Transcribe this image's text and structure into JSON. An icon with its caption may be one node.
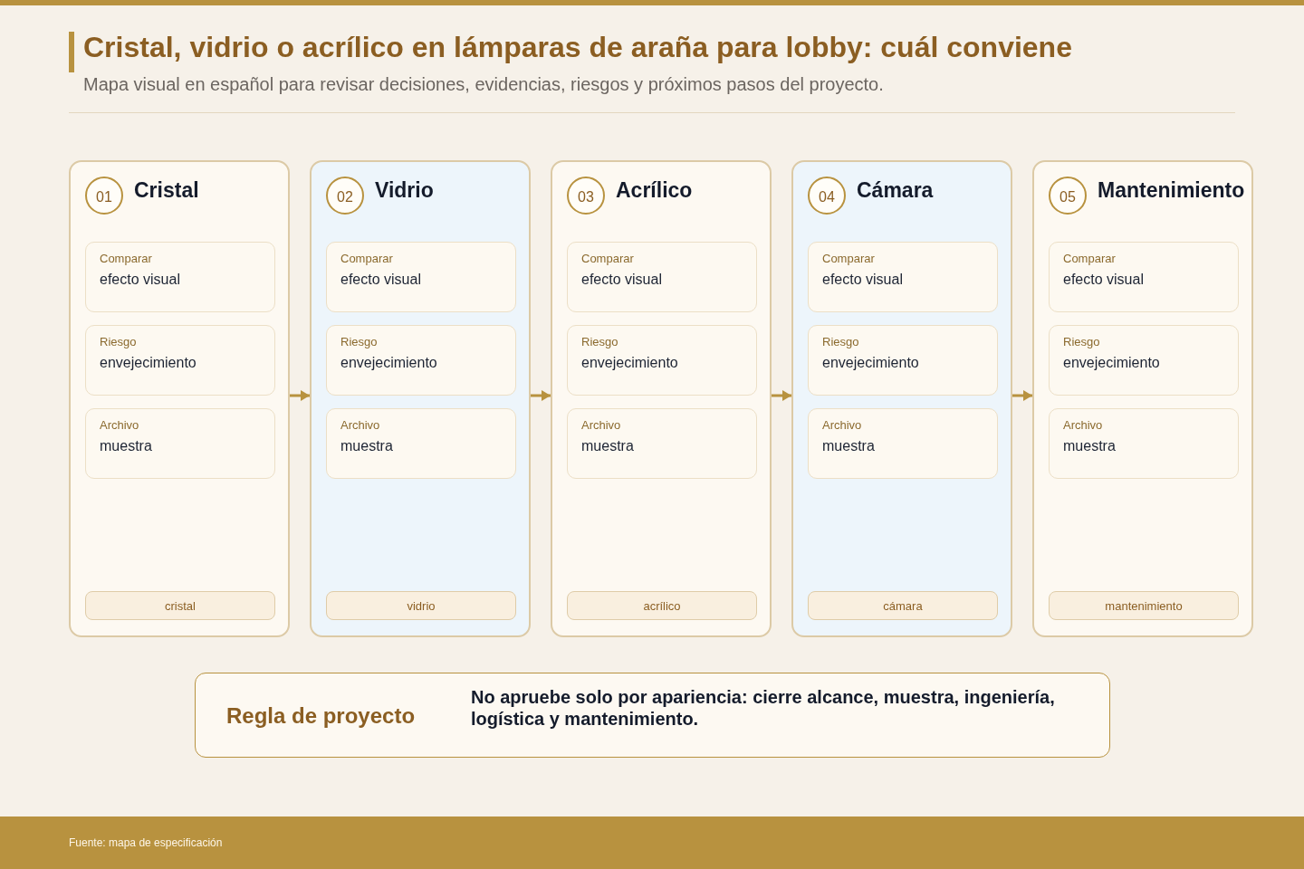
{
  "diagram": {
    "title": "Cristal, vidrio o acrílico en lámparas de araña para lobby: cuál conviene",
    "nodes": [
      {
        "text": [
          "Cristal"
        ]
      },
      {
        "text": [
          "01"
        ],
        "in": 0
      },
      {
        "text": [
          "Comparar",
          "efecto visual"
        ],
        "in": 0
      },
      {
        "text": [
          "Riesgo",
          "envejecimiento"
        ],
        "in": 0
      },
      {
        "text": [
          "Archivo",
          "muestra"
        ],
        "in": 0
      },
      {
        "text": [
          "cristal"
        ],
        "in": 0
      },
      {
        "text": [
          "Vidrio"
        ]
      },
      {
        "text": [
          "02"
        ],
        "in": 6
      },
      {
        "text": [
          "Comparar",
          "efecto visual"
        ],
        "in": 6
      },
      {
        "text": [
          "Riesgo",
          "envejecimiento"
        ],
        "in": 6
      },
      {
        "text": [
          "Archivo",
          "muestra"
        ],
        "in": 6
      },
      {
        "text": [
          "vidrio"
        ],
        "in": 6
      },
      {
        "text": [
          "Acrílico"
        ]
      },
      {
        "text": [
          "03"
        ],
        "in": 12
      },
      {
        "text": [
          "Comparar",
          "efecto visual"
        ],
        "in": 12
      },
      {
        "text": [
          "Riesgo",
          "envejecimiento"
        ],
        "in": 12
      },
      {
        "text": [
          "Archivo",
          "muestra"
        ],
        "in": 12
      },
      {
        "text": [
          "acrílico"
        ],
        "in": 12
      },
      {
        "text": [
          "Cámara"
        ]
      },
      {
        "text": [
          "04"
        ],
        "in": 18
      },
      {
        "text": [
          "Comparar",
          "efecto visual"
        ],
        "in": 18
      },
      {
        "text": [
          "Riesgo",
          "envejecimiento"
        ],
        "in": 18
      },
      {
        "text": [
          "Archivo",
          "muestra"
        ],
        "in": 18
      },
      {
        "text": [
          "cámara"
        ],
        "in": 18
      },
      {
        "text": [
          "Mantenimiento"
        ]
      },
      {
        "text": [
          "05"
        ],
        "in": 24
      },
      {
        "text": [
          "Comparar",
          "efecto visual"
        ],
        "in": 24
      },
      {
        "text": [
          "Riesgo",
          "envejecimiento"
        ],
        "in": 24
      },
      {
        "text": [
          "Archivo",
          "muestra"
        ],
        "in": 24
      },
      {
        "text": [
          "mantenimiento"
        ],
        "in": 24
      },
      {
        "text": [
          "Regla de proyecto",
          "No apruebe solo por apariencia: cierre alcance, muestra, ingeniería, logística y mantenimiento."
        ]
      }
    ],
    "edges": [
      {
        "from": 0,
        "to": 6,
        "arrow": "to"
      },
      {
        "from": 6,
        "to": 12,
        "arrow": "to"
      },
      {
        "from": 12,
        "to": 18,
        "arrow": "to"
      },
      {
        "from": 18,
        "to": 24,
        "arrow": "to"
      }
    ],
    "labels": [
      "Mapa visual en español para revisar decisiones, evidencias, riesgos y próximos pasos del proyecto.",
      "Fuente: mapa de especificación"
    ]
  }
}
